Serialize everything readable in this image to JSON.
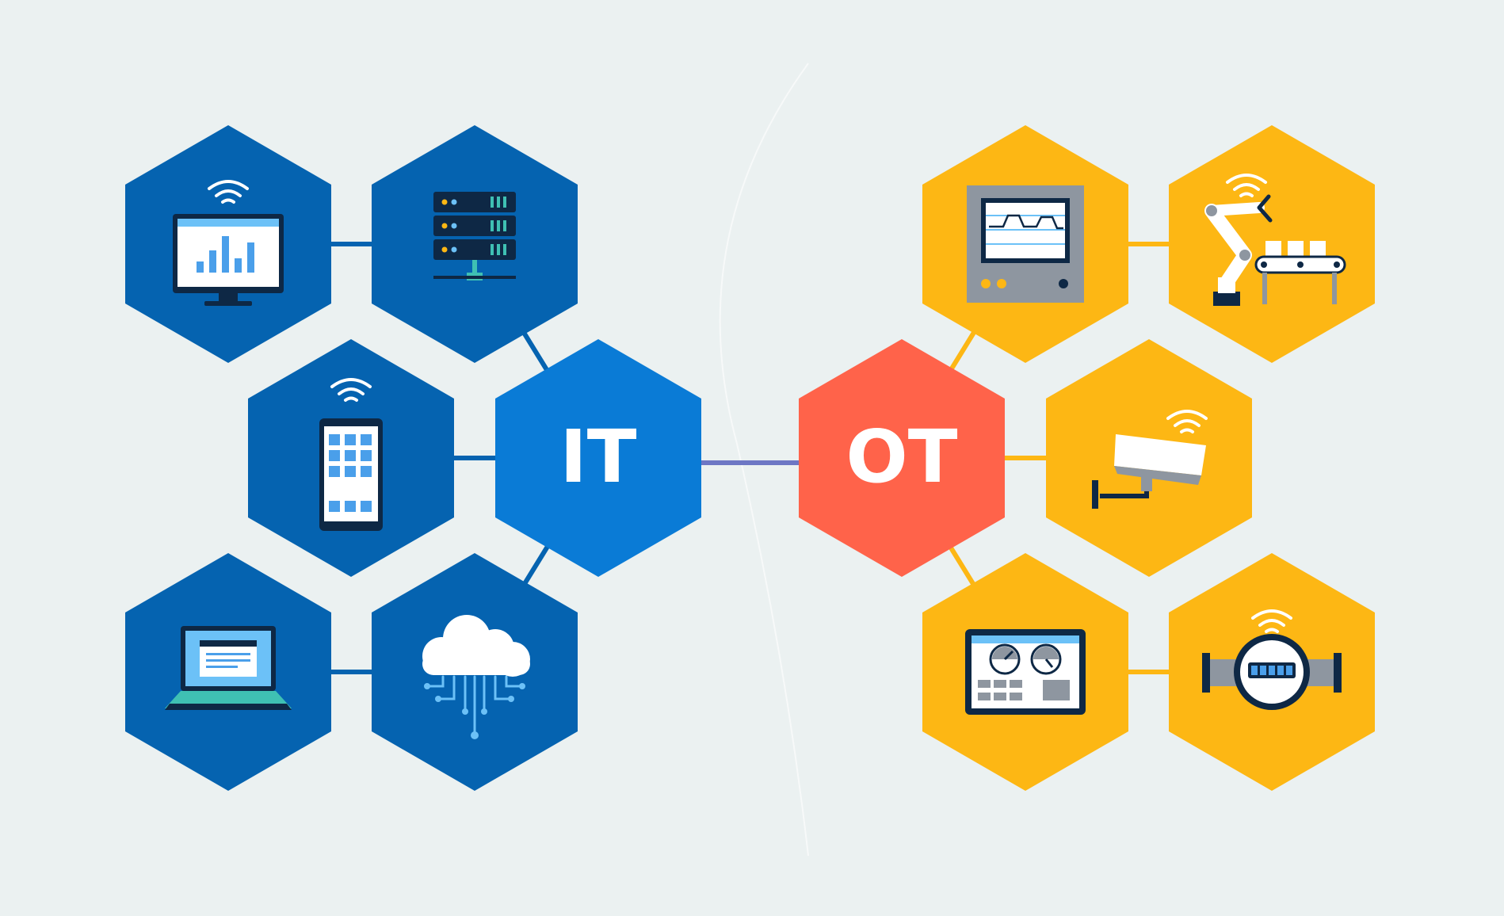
{
  "colors": {
    "background": "#ebf1f1",
    "it_center": "#0a7bd6",
    "it_node": "#0563b0",
    "ot_center": "#ff634a",
    "ot_node": "#fdb714",
    "connector_it": "#0563b0",
    "connector_mid": "#6d77c4",
    "connector_ot": "#fdb714"
  },
  "center_nodes": {
    "it": {
      "label": "IT"
    },
    "ot": {
      "label": "OT"
    }
  },
  "it_nodes": [
    {
      "name": "monitor-dashboard",
      "icon": "monitor-chart-icon"
    },
    {
      "name": "server-rack",
      "icon": "server-icon"
    },
    {
      "name": "mobile-phone",
      "icon": "smartphone-icon"
    },
    {
      "name": "laptop",
      "icon": "laptop-icon"
    },
    {
      "name": "cloud",
      "icon": "cloud-network-icon"
    }
  ],
  "ot_nodes": [
    {
      "name": "hmi-panel",
      "icon": "hmi-panel-icon"
    },
    {
      "name": "robotic-arm",
      "icon": "robot-arm-conveyor-icon"
    },
    {
      "name": "security-camera",
      "icon": "cctv-camera-icon"
    },
    {
      "name": "control-tablet",
      "icon": "gauge-tablet-icon"
    },
    {
      "name": "flow-meter",
      "icon": "flow-meter-icon"
    }
  ]
}
